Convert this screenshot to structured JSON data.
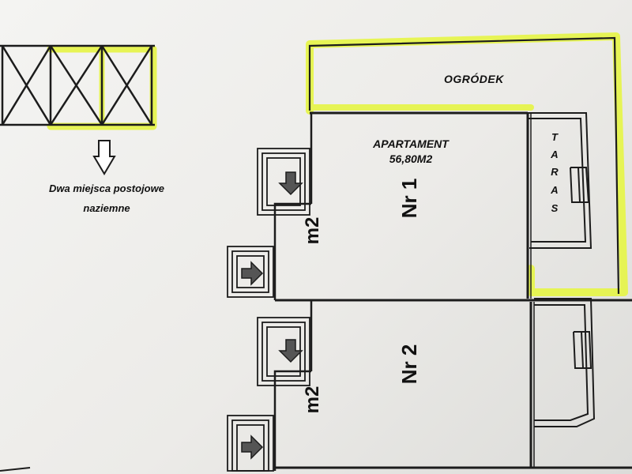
{
  "labels": {
    "garden": "OGRÓDEK",
    "apartment_title": "APARTAMENT",
    "apartment_area": "56,80M2",
    "terrace_letters": [
      "T",
      "A",
      "R",
      "A",
      "S"
    ],
    "unit_1": "Nr 1",
    "unit_2": "Nr 2",
    "stair_1": "m2",
    "stair_2": "m2",
    "parking_line_1": "Dwa miejsca postojowe",
    "parking_line_2": "naziemne"
  },
  "colors": {
    "highlight": "#e6f545",
    "line": "#1c1c1c",
    "arrow_fill": "#555555"
  },
  "icons": {
    "parking_pointer": "down-arrow-outline-icon",
    "entrance": "entrance-arrow-icon"
  }
}
